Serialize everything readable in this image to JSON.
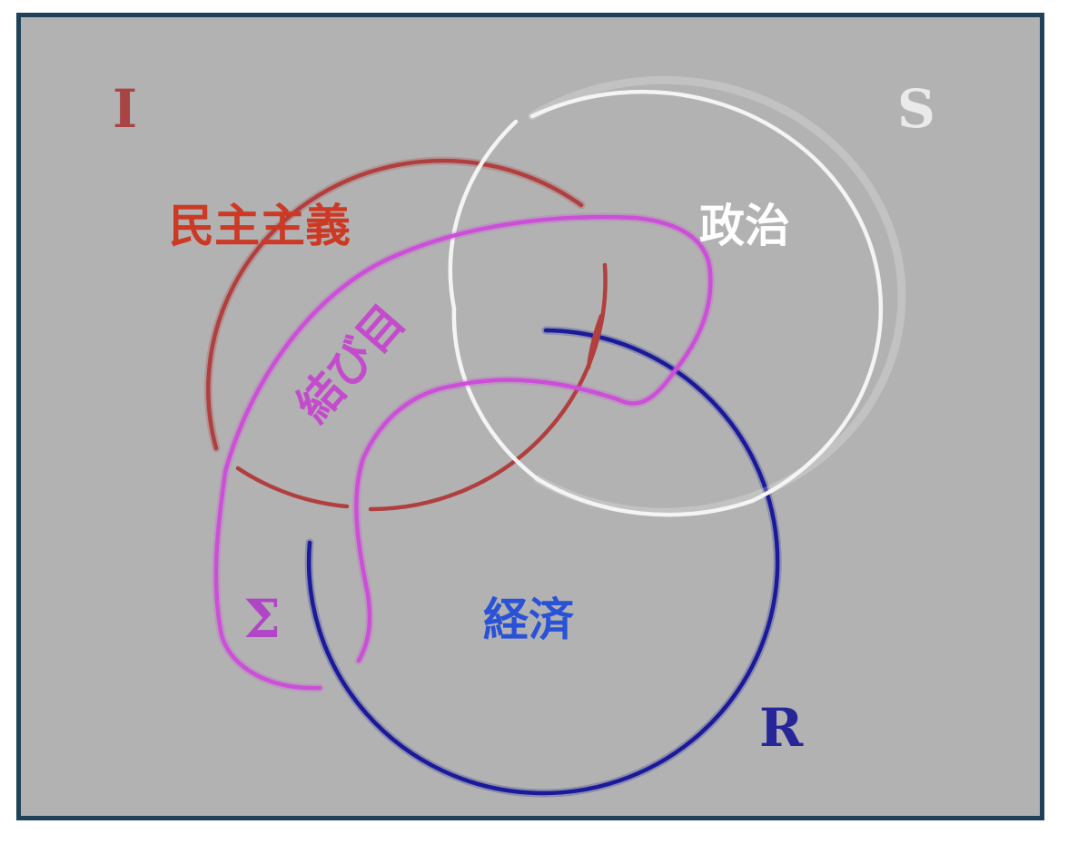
{
  "labels": {
    "I": "I",
    "S": "S",
    "R": "R",
    "sigma": "Σ",
    "democracy": "民主主義",
    "politics": "政治",
    "economy": "経済",
    "knot": "結び目"
  },
  "colors": {
    "background": "#b2b2b2",
    "border": "#1f4258",
    "imaginary": "#b13f3f",
    "symbolic": "#f4f4f4",
    "real": "#1a1a9a",
    "sinthome": "#cc4fd8",
    "democracy_text": "#cc3a25",
    "politics_text": "#ffffff",
    "economy_text": "#2a52d6",
    "knot_text": "#c34bcc",
    "i_text": "#a84444",
    "s_text": "#eaeaea",
    "r_text": "#262699",
    "sigma_text": "#b046c6"
  }
}
